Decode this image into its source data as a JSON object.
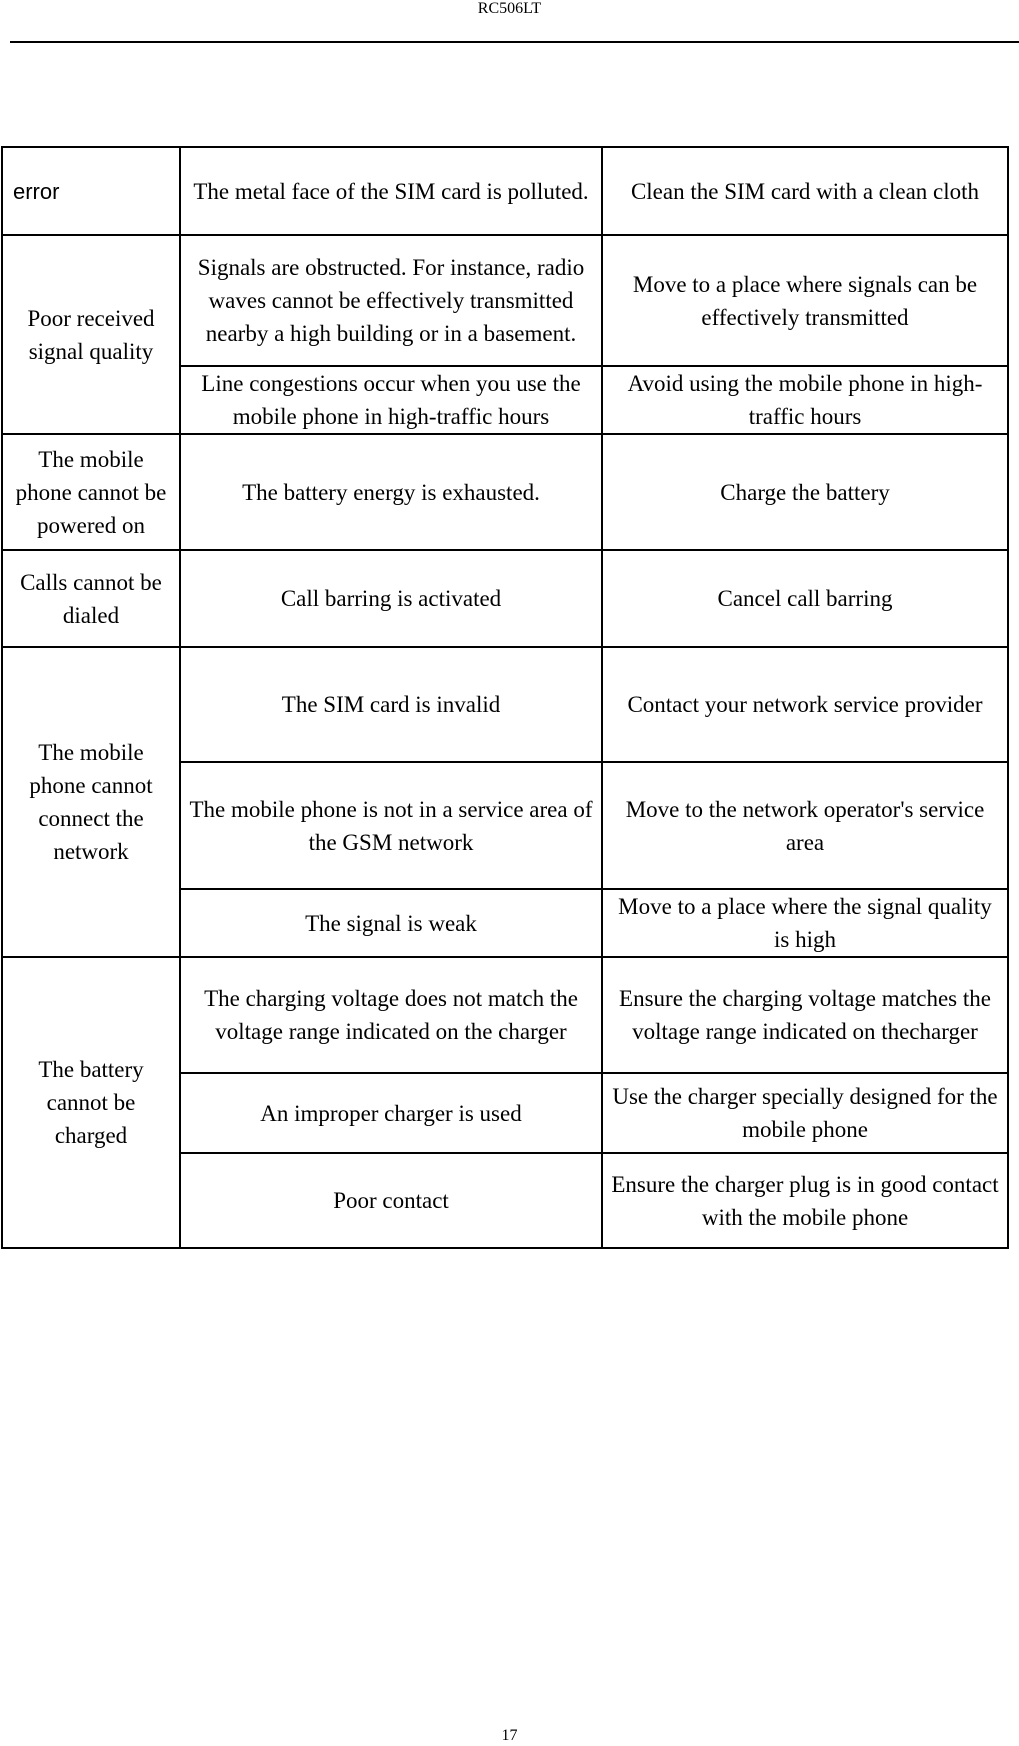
{
  "header": {
    "model": "RC506LT"
  },
  "table": {
    "rows": [
      {
        "problem": "error",
        "cause": "The metal face of the SIM card is polluted.",
        "solution": "Clean the SIM card with a clean cloth"
      },
      {
        "problem": "Poor received signal quality",
        "cause": "Signals are obstructed. For instance, radio waves cannot be effectively transmitted nearby a high building or in a basement.",
        "solution": "Move to a place where signals can be effectively transmitted"
      },
      {
        "cause": "Line congestions occur when you use the mobile phone in high-traffic hours",
        "solution": "Avoid using the mobile phone in high-traffic hours"
      },
      {
        "problem": "The mobile phone cannot be powered on",
        "cause": "The battery energy is exhausted.",
        "solution": "Charge the battery"
      },
      {
        "problem": "Calls cannot be dialed",
        "cause": "Call barring is activated",
        "solution": "Cancel call barring"
      },
      {
        "problem": "The mobile phone cannot connect the network",
        "cause": "The SIM card is invalid",
        "solution": "Contact your network service provider"
      },
      {
        "cause": "The mobile phone is not in a service area of the GSM network",
        "solution": "Move to the network operator's service area"
      },
      {
        "cause": "The signal is weak",
        "solution": "Move to a place where the signal quality is high"
      },
      {
        "problem": "The battery cannot be charged",
        "cause": "The charging voltage does not match the voltage range indicated on the charger",
        "solution": "Ensure the charging voltage matches the voltage range indicated on thecharger"
      },
      {
        "cause": "An improper charger is used",
        "solution": "Use the charger specially designed for the mobile phone"
      },
      {
        "cause": "Poor contact",
        "solution": "Ensure the charger plug is in good contact with the mobile phone"
      }
    ]
  },
  "footer": {
    "page_number": "17"
  }
}
